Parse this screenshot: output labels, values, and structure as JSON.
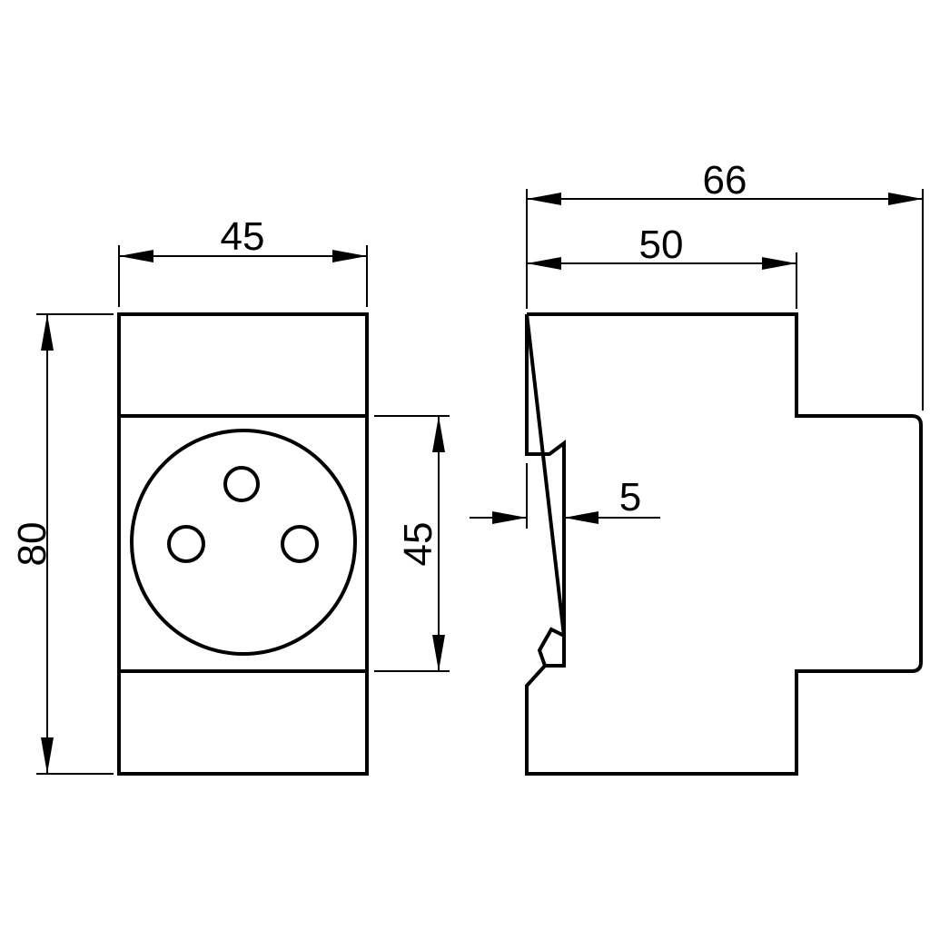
{
  "dimensions": {
    "front_width": "45",
    "front_height": "80",
    "socket_area_height": "45",
    "side_total_depth": "66",
    "side_body_depth": "50",
    "rail_clip_depth": "5"
  },
  "colors": {
    "line": "#000000",
    "background": "#ffffff"
  }
}
